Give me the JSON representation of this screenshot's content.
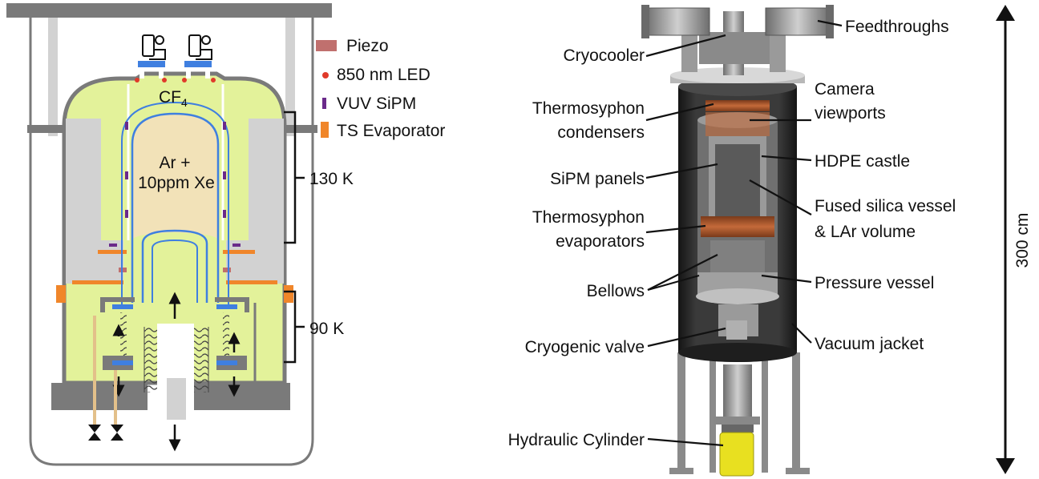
{
  "left_diagram": {
    "gas_label": "CF",
    "gas_subscript": "4",
    "inner_line1": "Ar +",
    "inner_line2": "10ppm Xe",
    "temp_upper": "130 K",
    "temp_lower": "90 K"
  },
  "legend": {
    "items": [
      {
        "label": "Piezo",
        "color": "#c0706e",
        "marker": "rect"
      },
      {
        "label": "850 nm LED",
        "color": "#e03a2a",
        "marker": "dot"
      },
      {
        "label": "VUV SiPM",
        "color": "#6a2a8a",
        "marker": "bar"
      },
      {
        "label": "TS Evaporator",
        "color": "#f0862a",
        "marker": "rect"
      }
    ]
  },
  "right_labels": {
    "left_column": [
      "Cryocooler",
      "Thermosyphon",
      "condensers",
      "SiPM panels",
      "Thermosyphon",
      "evaporators",
      "Bellows",
      "Cryogenic valve",
      "Hydraulic Cylinder"
    ],
    "right_column": [
      "Feedthroughs",
      "Camera",
      "viewports",
      "HDPE castle",
      "Fused silica vessel",
      "& LAr volume",
      "Pressure vessel",
      "Vacuum jacket"
    ],
    "scale": "300 cm"
  },
  "colors": {
    "chamber_fill": "#e3f29a",
    "gray_block": "#d2d2d2",
    "dark_gray": "#7a7a7a",
    "vessel_blue": "#3f7fe0",
    "inner_fill": "#f2e2b8",
    "orange": "#f0862a",
    "jacket": "#2a2a2a",
    "yellow": "#e8e020"
  }
}
